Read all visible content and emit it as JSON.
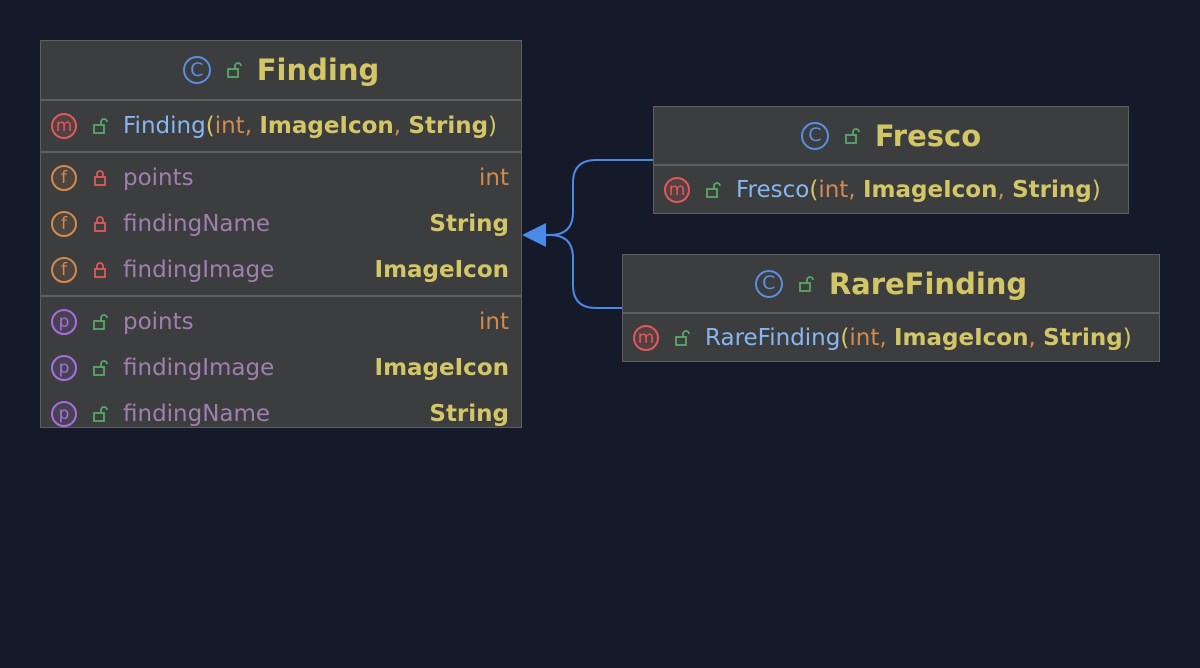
{
  "classes": {
    "finding": {
      "name": "Finding",
      "constructor": {
        "name": "Finding",
        "params": [
          "int",
          "ImageIcon",
          "String"
        ]
      },
      "fields": [
        {
          "name": "points",
          "type": "int"
        },
        {
          "name": "findingName",
          "type": "String"
        },
        {
          "name": "findingImage",
          "type": "ImageIcon"
        }
      ],
      "properties": [
        {
          "name": "points",
          "type": "int"
        },
        {
          "name": "findingImage",
          "type": "ImageIcon"
        },
        {
          "name": "findingName",
          "type": "String"
        }
      ]
    },
    "fresco": {
      "name": "Fresco",
      "constructor": {
        "name": "Fresco",
        "params": [
          "int",
          "ImageIcon",
          "String"
        ]
      }
    },
    "rare_finding": {
      "name": "RareFinding",
      "constructor": {
        "name": "RareFinding",
        "params": [
          "int",
          "ImageIcon",
          "String"
        ]
      }
    }
  },
  "badges": {
    "class": "C",
    "method": "m",
    "field": "f",
    "property": "p"
  },
  "syntax": {
    "open_paren": "(",
    "close_paren": ")",
    "comma": ", "
  },
  "relations": [
    {
      "from": "Fresco",
      "to": "Finding",
      "type": "extends"
    },
    {
      "from": "RareFinding",
      "to": "Finding",
      "type": "extends"
    }
  ],
  "colors": {
    "background": "#151a2b",
    "box": "#3b3d3f",
    "title": "#d3c666",
    "arrow": "#4b8ae8"
  }
}
